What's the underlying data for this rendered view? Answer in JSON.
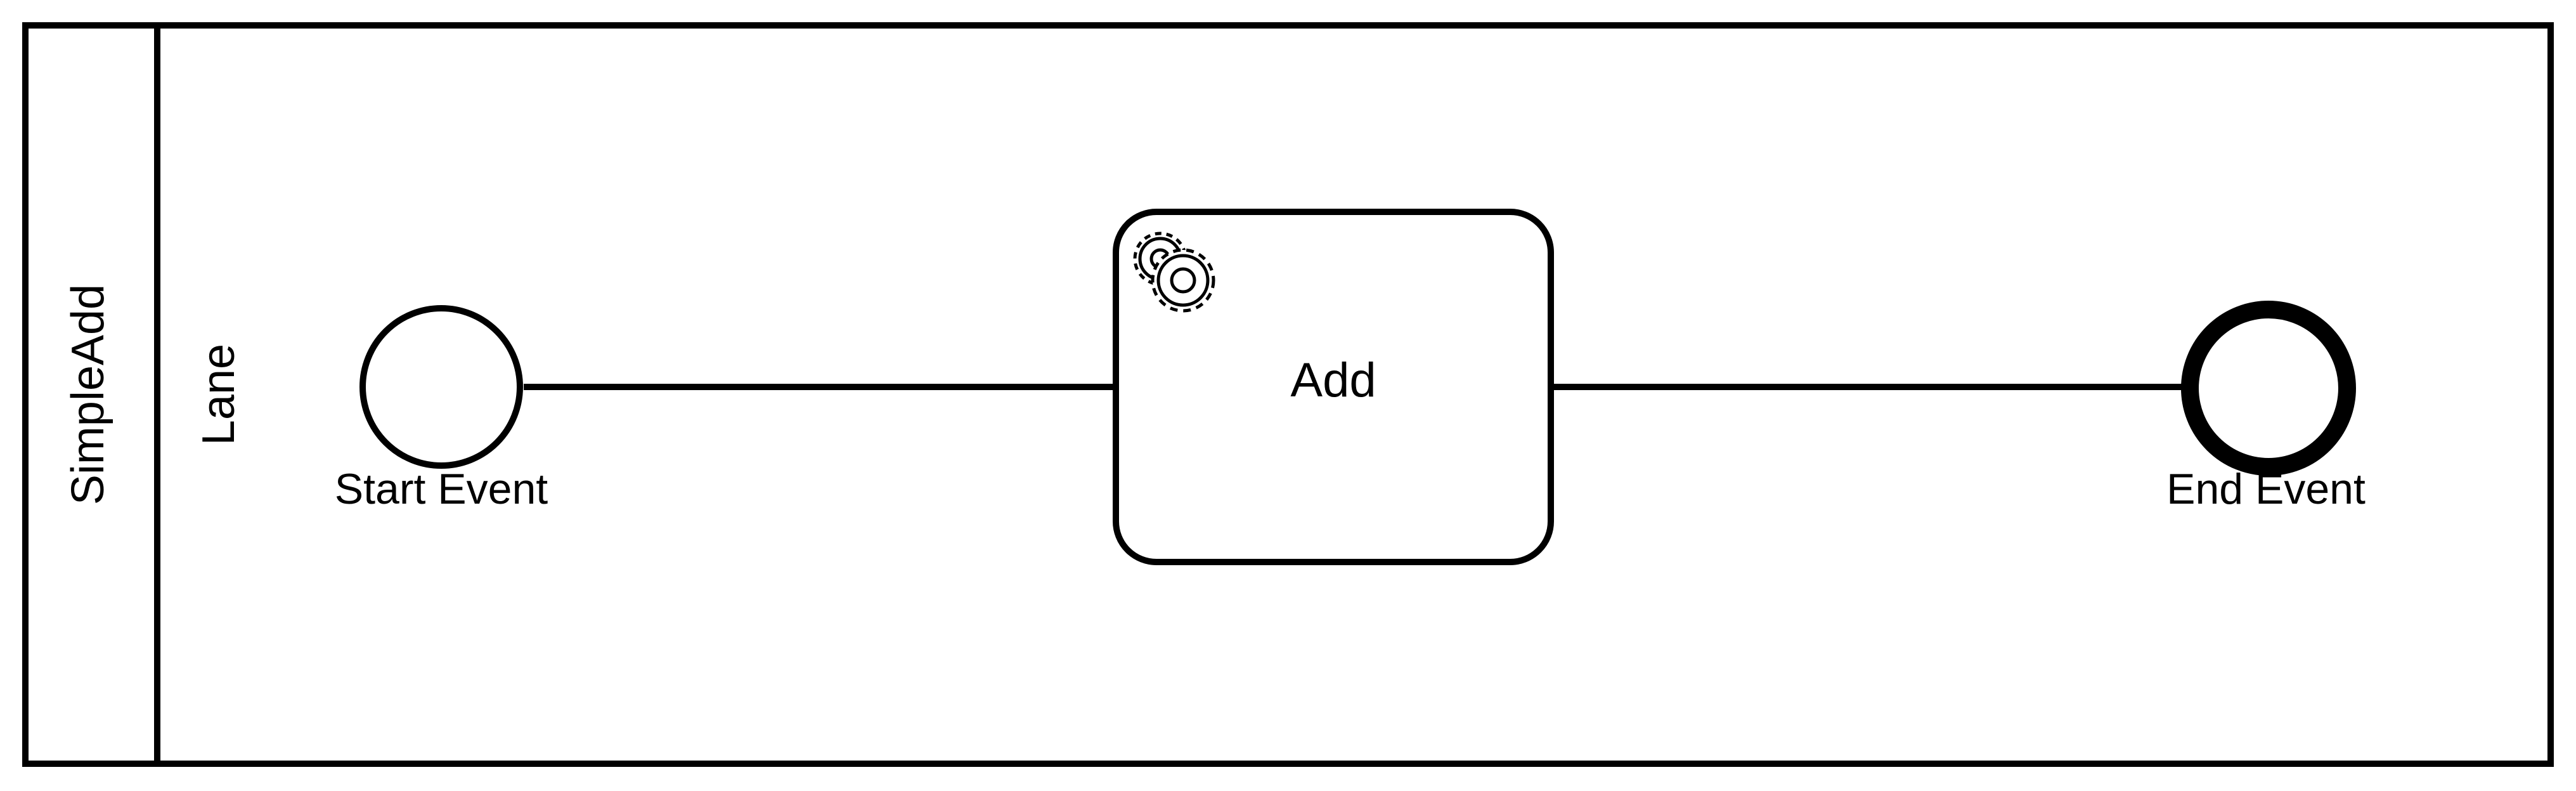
{
  "diagram": {
    "pool": {
      "label": "SimpleAdd"
    },
    "lane": {
      "label": "Lane"
    },
    "elements": {
      "start_event": {
        "label": "Start Event",
        "type": "start-event"
      },
      "task": {
        "label": "Add",
        "type": "service-task",
        "icon": "gear-icon"
      },
      "end_event": {
        "label": "End Event",
        "type": "end-event"
      }
    },
    "flows": [
      {
        "from": "Start Event",
        "to": "Add"
      },
      {
        "from": "Add",
        "to": "End Event"
      }
    ],
    "colors": {
      "stroke": "#000000",
      "background": "#ffffff"
    }
  }
}
